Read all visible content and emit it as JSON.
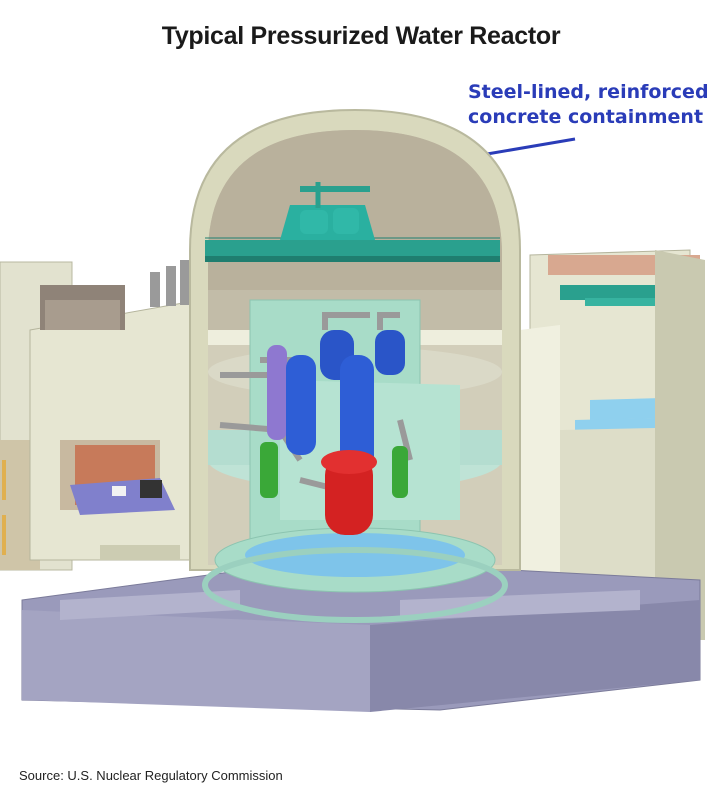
{
  "title": "Typical Pressurized Water Reactor",
  "callout": {
    "line1": "Steel-lined, reinforced",
    "line2": "concrete containment"
  },
  "source": "Source: U.S. Nuclear Regulatory Commission",
  "colors": {
    "callout_text": "#2a3cb8",
    "containment": "#d9d9bd",
    "steam_generator": "#2a55c8",
    "reactor_vessel": "#d42222",
    "crane": "#2aa08e",
    "pump": "#3aa838",
    "base": "#9797b8"
  }
}
